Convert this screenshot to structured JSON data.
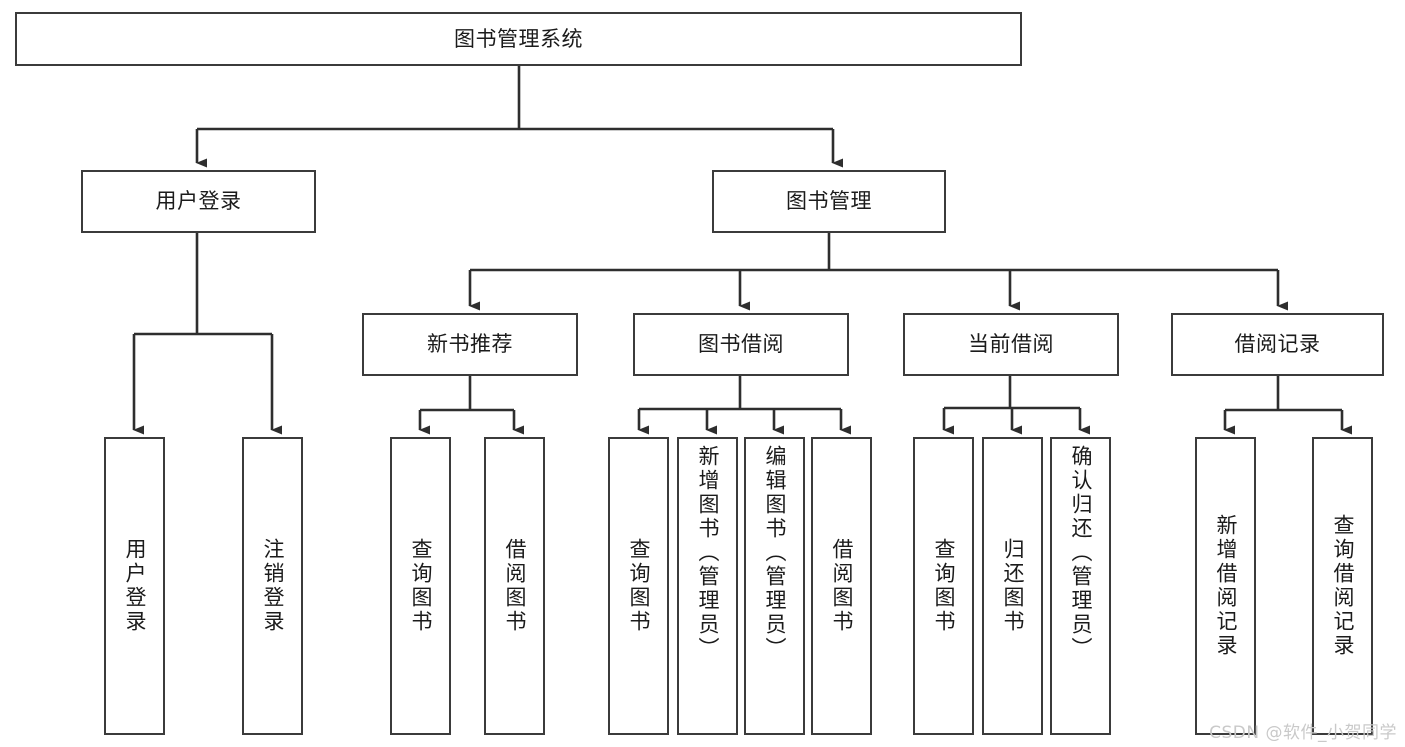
{
  "diagram": {
    "title": "图书管理系统",
    "type": "tree-hierarchy",
    "nodes": {
      "root": {
        "label": "图书管理系统"
      },
      "l2": [
        {
          "label": "用户登录"
        },
        {
          "label": "图书管理"
        }
      ],
      "l3": [
        {
          "label": "新书推荐"
        },
        {
          "label": "图书借阅"
        },
        {
          "label": "当前借阅"
        },
        {
          "label": "借阅记录"
        }
      ],
      "leaves_user_login": [
        {
          "label": "用户登录"
        },
        {
          "label": "注销登录"
        }
      ],
      "leaves_new_book": [
        {
          "label": "查询图书"
        },
        {
          "label": "借阅图书"
        }
      ],
      "leaves_borrow": [
        {
          "label": "查询图书"
        },
        {
          "label": "新增图书（管理员）"
        },
        {
          "label": "编辑图书（管理员）"
        },
        {
          "label": "借阅图书"
        }
      ],
      "leaves_current": [
        {
          "label": "查询图书"
        },
        {
          "label": "归还图书"
        },
        {
          "label": "确认归还（管理员）"
        }
      ],
      "leaves_record": [
        {
          "label": "新增借阅记录"
        },
        {
          "label": "查询借阅记录"
        }
      ]
    },
    "colors": {
      "border": "#3b3b3b",
      "text": "#1b1b1b",
      "background": "#ffffff",
      "watermark": "#c9c9c9"
    }
  },
  "watermark": {
    "text": "CSDN @软件_小贺同学"
  }
}
